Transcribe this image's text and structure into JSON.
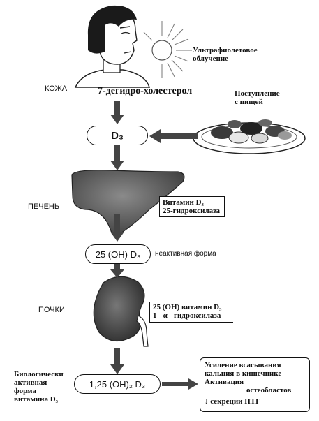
{
  "labels": {
    "uv": "Ультрафиолетовое облучение",
    "skin": "КОЖА",
    "dehydrocholesterol": "7-дегидро-холестерол",
    "food": "Поступление с пищей",
    "d3": "D₃",
    "liver": "ПЕЧЕНЬ",
    "vitamin_d3_line": "Витамин D₃",
    "hydroxylase_25": "25-гидроксилаза",
    "oh_d3": "25 (OH) D₃",
    "inactive": "неактивная форма",
    "kidneys": "ПОЧКИ",
    "oh_vitamin_line": "25 (OH) витамин D₃",
    "alpha_hydroxylase": "1 - α - гидроксилаза",
    "bio_active": "Биологически активная форма витамина D₃",
    "dihydroxy_d3": "1,25 (OH)₂ D₃",
    "effect_1": "Усиление всасывания",
    "effect_2": "кальция в кишечнике",
    "effect_3": "Активация",
    "effect_4": "остеобластов",
    "effect_5": "↓ секреции ПТГ"
  }
}
